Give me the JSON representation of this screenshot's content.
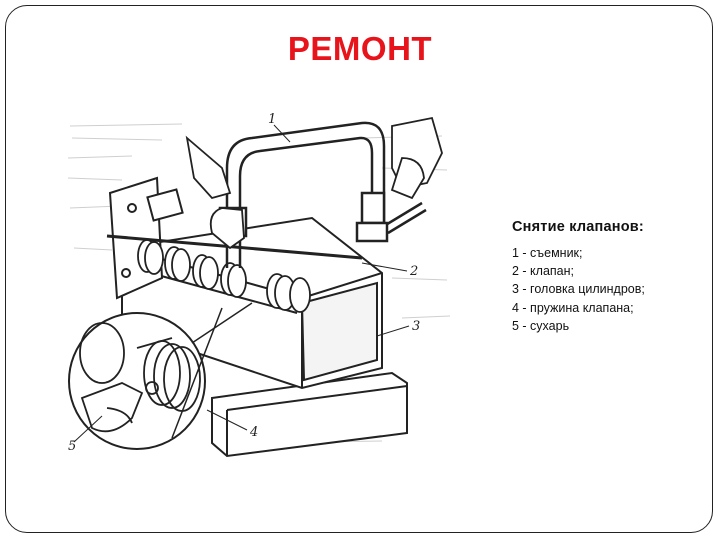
{
  "title": "РЕМОНТ",
  "legend": {
    "heading": "Снятие клапанов:",
    "items": [
      "1 - съемник;",
      "2 - клапан;",
      "3 - головка цилиндров;",
      "4 - пружина клапана;",
      "5 - сухарь"
    ]
  },
  "callouts": [
    "1",
    "2",
    "3",
    "4",
    "5"
  ],
  "colors": {
    "title": "#e8141c",
    "ink": "#222222",
    "frame": "#222222"
  }
}
